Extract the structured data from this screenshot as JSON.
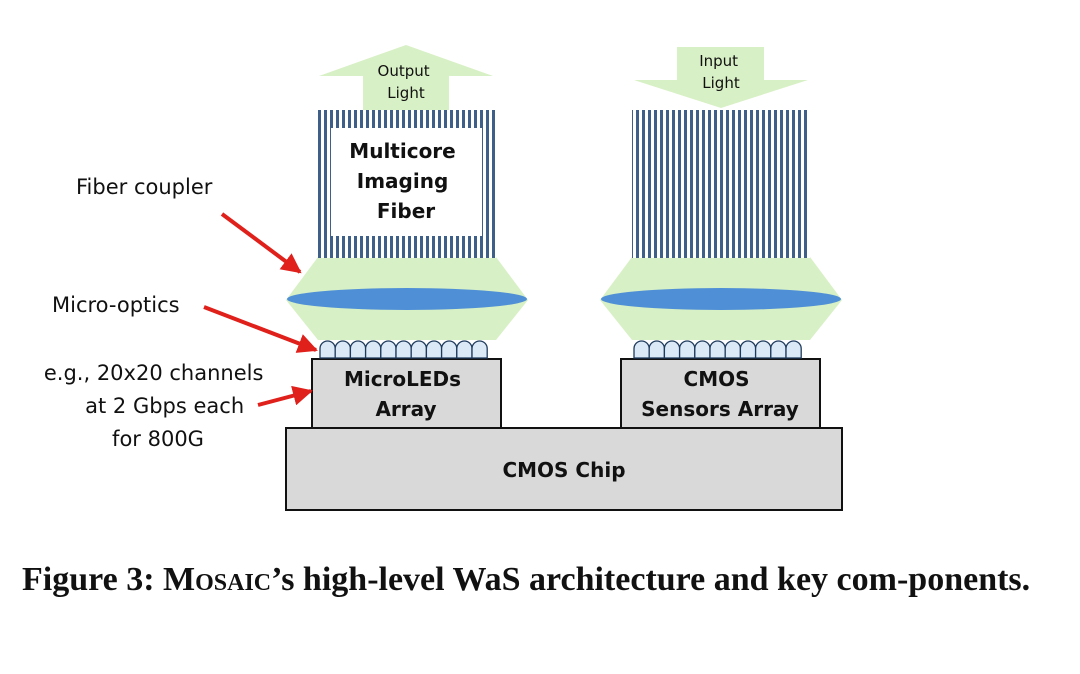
{
  "labels": {
    "output_light": [
      "Output",
      "Light"
    ],
    "input_light": [
      "Input",
      "Light"
    ],
    "fiber_title": [
      "Multicore",
      "Imaging",
      "Fiber"
    ],
    "fiber_coupler": "Fiber coupler",
    "micro_optics": "Micro-optics",
    "channels_note": [
      "e.g., 20x20 channels",
      "at 2 Gbps each",
      "for 800G"
    ],
    "microleds": [
      "MicroLEDs",
      "Array"
    ],
    "cmos_sensors": [
      "CMOS",
      "Sensors Array"
    ],
    "cmos_chip": "CMOS Chip"
  },
  "caption": {
    "figure": "Figure 3: ",
    "name": "Mosaic",
    "rest": "’s high-level WaS architecture and key com-ponents."
  },
  "colors": {
    "arrow_fill": "#d8f0c5",
    "coupler_fill": "#d8f0c5",
    "lens_fill": "#4f8fd6",
    "fiber_stripe": "#3d5f88",
    "box_fill": "#d9d9d9",
    "pointer_red": "#e0201b"
  }
}
